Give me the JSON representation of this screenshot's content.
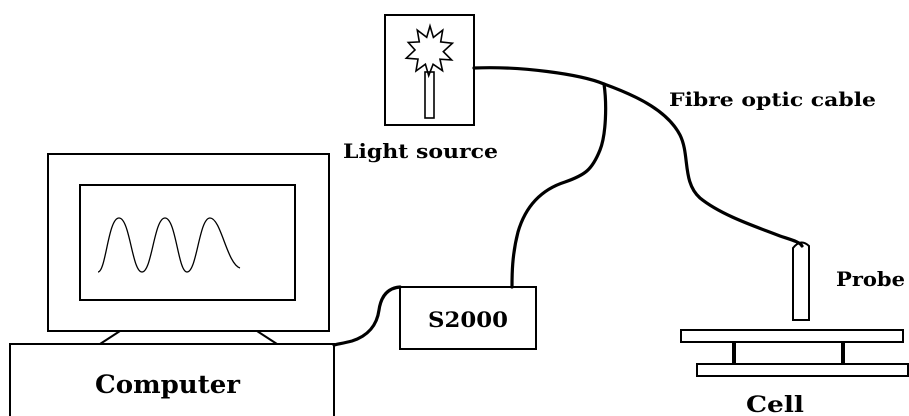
{
  "labels": {
    "light_source": "Light source",
    "fibre_optic_cable": "Fibre optic cable",
    "spectrometer": "S2000",
    "probe": "Probe",
    "computer": "Computer",
    "cell": "Cell"
  },
  "colors": {
    "line": "#000000",
    "background": "#ffffff"
  },
  "icons": {
    "light_source": "star-lamp-icon",
    "display_signal": "sine-wave-icon"
  }
}
